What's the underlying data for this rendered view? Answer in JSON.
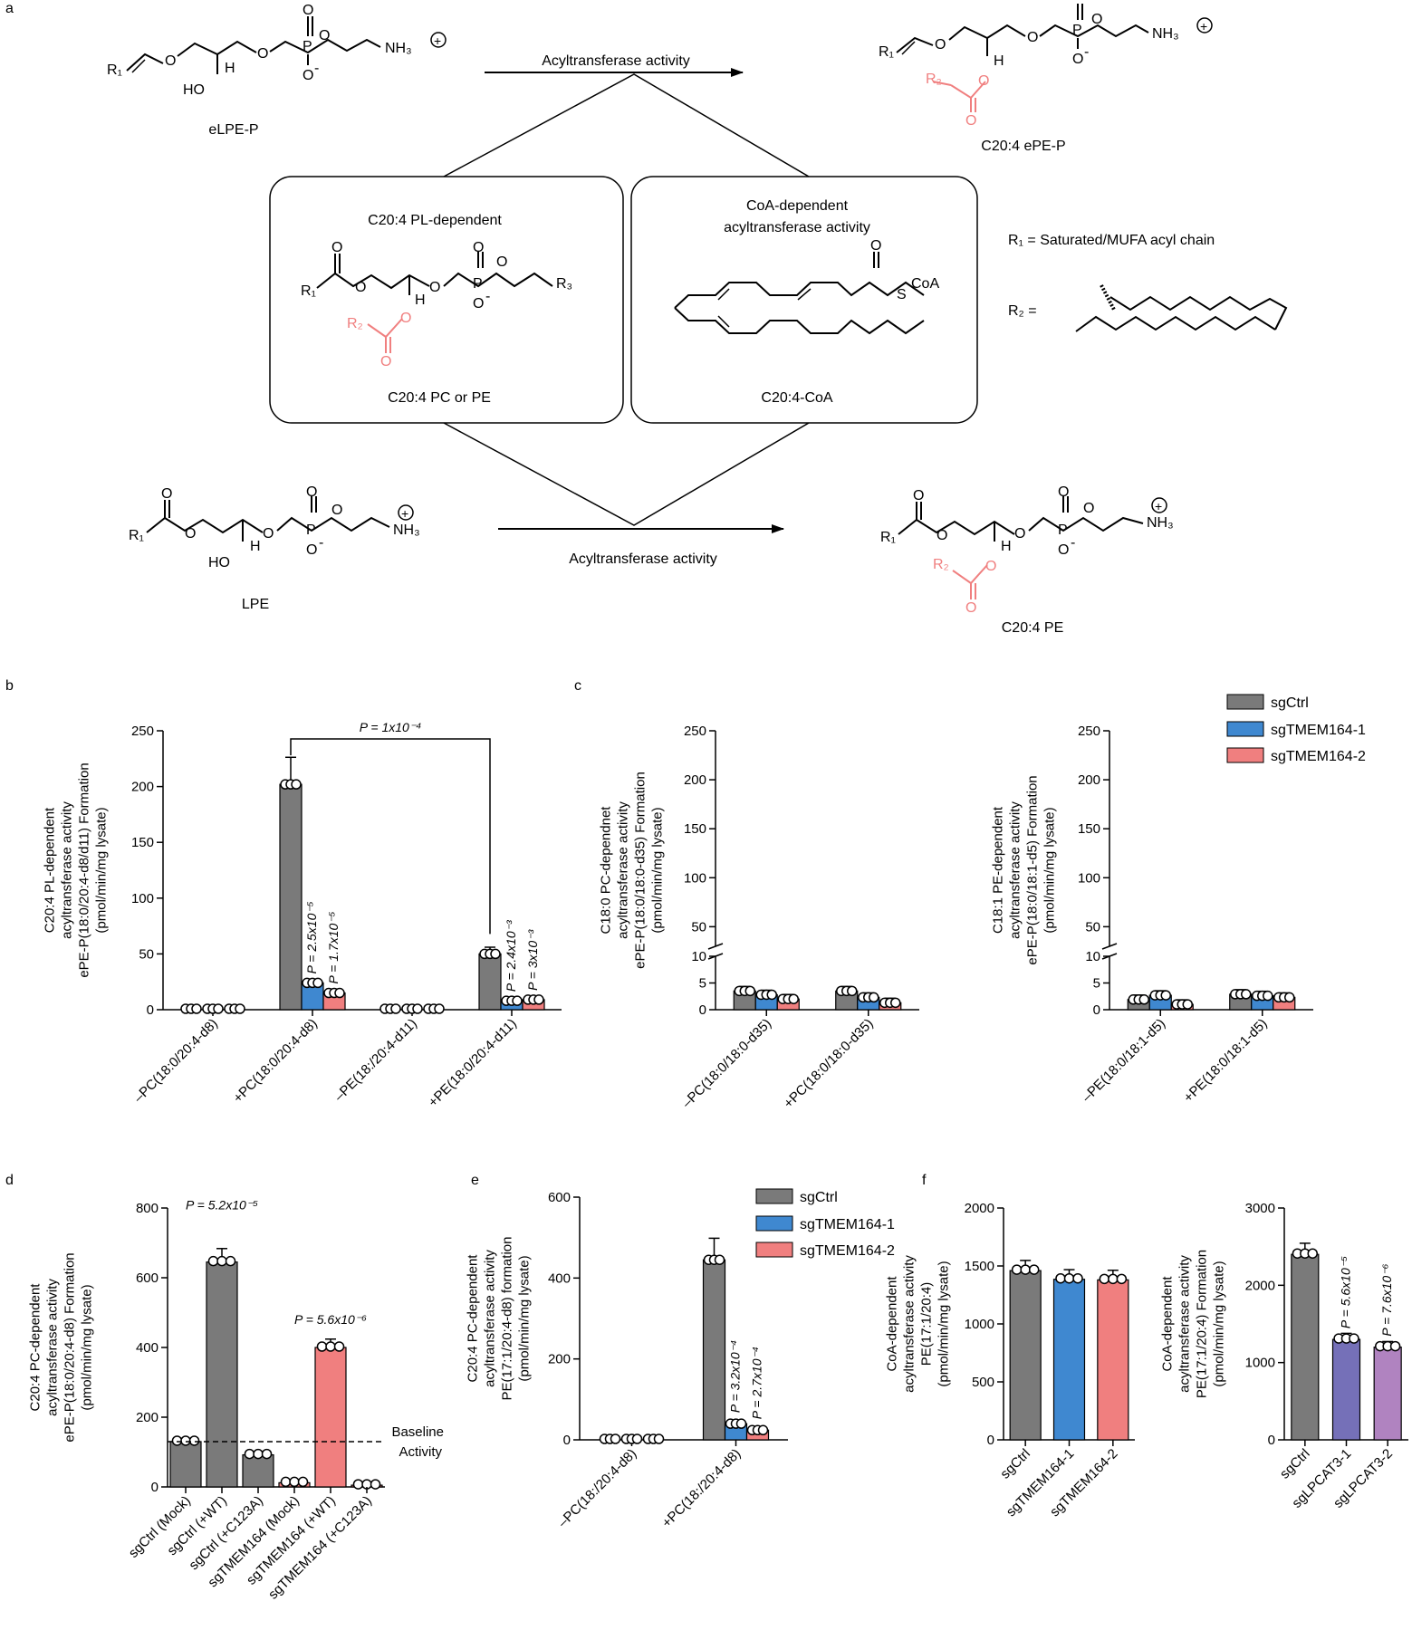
{
  "panel_a": {
    "letter": "a",
    "top_arrow_label": "Acyltransferase activity",
    "bottom_arrow_label": "Acyltransferase activity",
    "mol_top_left": "eLPE-P",
    "mol_top_right": "C20:4 ePE-P",
    "mol_bottom_left": "LPE",
    "mol_bottom_right": "C20:4 PE",
    "box_left_title": "C20:4 PL-dependent",
    "box_left_caption": "C20:4 PC or PE",
    "box_right_title1": "CoA-dependent",
    "box_right_title2": "acyltransferase activity",
    "box_right_caption": "C20:4-CoA",
    "r1_def": "R₁ = Saturated/MUFA acyl chain",
    "r2_def": "R₂ =",
    "atom_labels": {
      "O": "O",
      "P": "P",
      "H": "H",
      "HO": "HO",
      "NH3": "NH₃",
      "R1": "R₁",
      "R2": "R₂",
      "R3": "R₃",
      "CoA": "CoA",
      "S": "S",
      "minus": "-",
      "plus": "+"
    },
    "colors": {
      "acyl_highlight": "#f07f7f"
    }
  },
  "legend_c": {
    "items": [
      "sgCtrl",
      "sgTMEM164-1",
      "sgTMEM164-2"
    ]
  },
  "legend_e": {
    "items": [
      "sgCtrl",
      "sgTMEM164-1",
      "sgTMEM164-2"
    ]
  },
  "colors": {
    "sgCtrl": "#7a7a7a",
    "sgTMEM164_1": "#3f88d0",
    "sgTMEM164_2": "#f07f7f",
    "sgLPCAT3_1": "#7570b8",
    "sgLPCAT3_2": "#b083c0"
  },
  "chart_data": [
    {
      "panel": "b",
      "type": "bar",
      "ylabel": [
        "C20:4 PL-dependent",
        "acyltransferase activity",
        "ePE-P(18:0/20:4-d8/d11) Formation",
        "(pmol/min/mg lysate)"
      ],
      "yticks": [
        0,
        50,
        100,
        150,
        200,
        250
      ],
      "ylim": [
        0,
        250
      ],
      "categories": [
        "–PC(18:0/20:4-d8)",
        "+PC(18:0/20:4-d8)",
        "–PE(18:/20:4-d11)",
        "+PE(18:0/20:4-d11)"
      ],
      "series": [
        {
          "name": "sgCtrl",
          "values": [
            0.5,
            202,
            0.5,
            50
          ]
        },
        {
          "name": "sgTMEM164-1",
          "values": [
            0.5,
            24,
            0.5,
            8
          ]
        },
        {
          "name": "sgTMEM164-2",
          "values": [
            0.5,
            15,
            0.5,
            9
          ]
        }
      ],
      "pvalues": [
        {
          "text": "P = 2.5x10⁻⁵",
          "cat": 1,
          "series": 1
        },
        {
          "text": "P = 1.7x10⁻⁵",
          "cat": 1,
          "series": 2
        },
        {
          "text": "P = 2.4x10⁻³",
          "cat": 3,
          "series": 1
        },
        {
          "text": "P = 3x10⁻³",
          "cat": 3,
          "series": 2
        }
      ],
      "bracket": "P = 1x10⁻⁴"
    },
    {
      "panel": "c1",
      "type": "bar",
      "broken_axis": true,
      "ylabel": [
        "C18:0 PC-dependnet",
        "acyltransferase activity",
        "ePE-P(18:0/18:0-d35) Formation",
        "(pmol/min/mg lysate)"
      ],
      "yticks_lower": [
        0,
        5,
        10
      ],
      "yticks_upper": [
        50,
        100,
        150,
        200,
        250
      ],
      "categories": [
        "–PC(18:0/18:0-d35)",
        "+PC(18:0/18:0-d35)"
      ],
      "series": [
        {
          "name": "sgCtrl",
          "values": [
            3.5,
            3.5
          ]
        },
        {
          "name": "sgTMEM164-1",
          "values": [
            2.8,
            2.3
          ]
        },
        {
          "name": "sgTMEM164-2",
          "values": [
            2.0,
            1.3
          ]
        }
      ]
    },
    {
      "panel": "c2",
      "type": "bar",
      "broken_axis": true,
      "ylabel": [
        "C18:1 PE-dependent",
        "acyltransferase activity",
        "ePE-P(18:0/18:1-d5) Formation",
        "(pmol/min/mg lysate)"
      ],
      "yticks_lower": [
        0,
        5,
        10
      ],
      "yticks_upper": [
        50,
        100,
        150,
        200,
        250
      ],
      "categories": [
        "–PE(18:0/18:1-d5)",
        "+PE(18:0/18:1-d5)"
      ],
      "series": [
        {
          "name": "sgCtrl",
          "values": [
            1.9,
            2.9
          ]
        },
        {
          "name": "sgTMEM164-1",
          "values": [
            2.7,
            2.6
          ]
        },
        {
          "name": "sgTMEM164-2",
          "values": [
            1.0,
            2.3
          ]
        }
      ]
    },
    {
      "panel": "d",
      "type": "bar",
      "ylabel": [
        "C20:4 PC-dependent",
        "acyltransferase activity",
        "ePE-P(18:0/20:4-d8) Formation",
        "(pmol/min/mg lysate)"
      ],
      "yticks": [
        0,
        200,
        400,
        600,
        800
      ],
      "ylim": [
        0,
        800
      ],
      "categories": [
        "sgCtrl (Mock)",
        "sgCtrl (+WT)",
        "sgCtrl (+C123A)",
        "sgTMEM164 (Mock)",
        "sgTMEM164 (+WT)",
        "sgTMEM164 (+C123A)"
      ],
      "values": [
        130,
        645,
        92,
        12,
        400,
        5
      ],
      "baseline": 130,
      "baseline_label": [
        "Baseline",
        "Activity"
      ],
      "pvalues": [
        {
          "text": "P = 5.2x10⁻⁵",
          "index": 1
        },
        {
          "text": "P = 5.6x10⁻⁶",
          "index": 4
        }
      ]
    },
    {
      "panel": "e",
      "type": "bar",
      "ylabel": [
        "C20:4 PC-dependent",
        "acyltransferase activity",
        "PE(17:1/20:4-d8) formation",
        "(pmol/min/mg lysate)"
      ],
      "yticks": [
        0,
        200,
        400,
        600
      ],
      "ylim": [
        0,
        600
      ],
      "categories": [
        "–PC(18:/20:4-d8)",
        "+PC(18:/20:4-d8)"
      ],
      "series": [
        {
          "name": "sgCtrl",
          "values": [
            0.5,
            445
          ]
        },
        {
          "name": "sgTMEM164-1",
          "values": [
            0.5,
            40
          ]
        },
        {
          "name": "sgTMEM164-2",
          "values": [
            0.5,
            24
          ]
        }
      ],
      "pvalues": [
        {
          "text": "P = 3.2x10⁻⁴",
          "cat": 1,
          "series": 1
        },
        {
          "text": "P = 2.7x10⁻⁴",
          "cat": 1,
          "series": 2
        }
      ]
    },
    {
      "panel": "f1",
      "type": "bar",
      "ylabel": [
        "CoA-dependent",
        "acyltransferase activity",
        "PE(17:1/20:4)",
        "(pmol/min/mg lysate)"
      ],
      "yticks": [
        0,
        500,
        1000,
        1500,
        2000
      ],
      "ylim": [
        0,
        2000
      ],
      "categories": [
        "sgCtrl",
        "sgTMEM164-1",
        "sgTMEM164-2"
      ],
      "values": [
        1460,
        1385,
        1380
      ]
    },
    {
      "panel": "f2",
      "type": "bar",
      "ylabel": [
        "CoA-dependent",
        "acyltransferase activity",
        "PE(17:1/20:4) Formation",
        "(pmol/min/mg lysate)"
      ],
      "yticks": [
        0,
        1000,
        2000,
        3000
      ],
      "ylim": [
        0,
        3000
      ],
      "categories": [
        "sgCtrl",
        "sgLPCAT3-1",
        "sgLPCAT3-2"
      ],
      "values": [
        2400,
        1300,
        1200
      ],
      "pvalues": [
        {
          "text": "P = 5.6x10⁻⁵",
          "index": 1
        },
        {
          "text": "P = 7.6x10⁻⁶",
          "index": 2
        }
      ]
    }
  ],
  "panel_letters": {
    "b": "b",
    "c": "c",
    "d": "d",
    "e": "e",
    "f": "f"
  }
}
